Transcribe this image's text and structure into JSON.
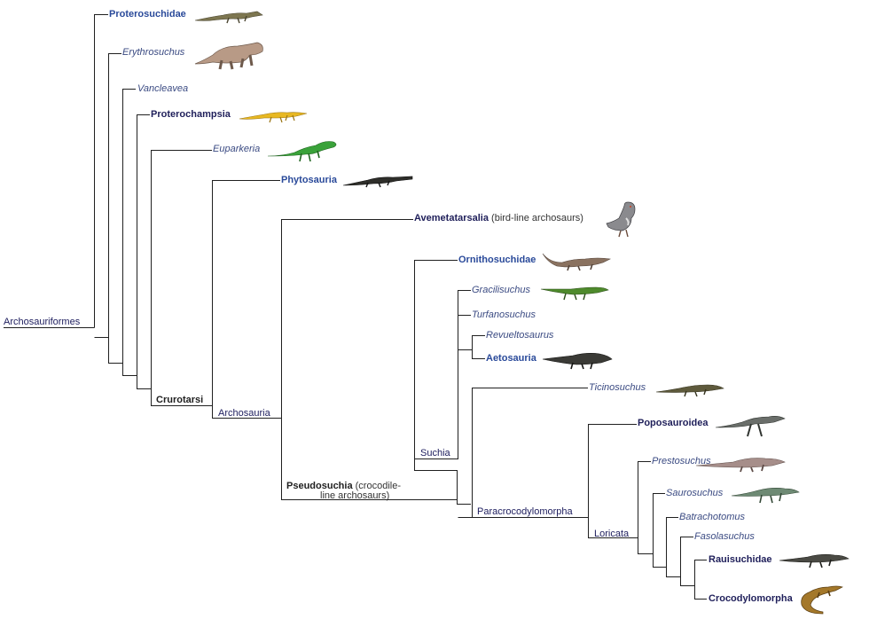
{
  "tree": {
    "root": "Archosauriformes",
    "leaves": {
      "proterosuchidae": "Proterosuchidae",
      "erythrosuchus": "Erythrosuchus",
      "vancleavea": "Vancleavea",
      "proterochampsia": "Proterochampsia",
      "euparkeria": "Euparkeria",
      "phytosauria": "Phytosauria",
      "avemetatarsalia": "Avemetatarsalia",
      "avemetatarsalia_note": "(bird-line archosaurs)",
      "ornithosuchidae": "Ornithosuchidae",
      "gracilisuchus": "Gracilisuchus",
      "turfanosuchus": "Turfanosuchus",
      "revueltosaurus": "Revueltosaurus",
      "aetosauria": "Aetosauria",
      "ticinosuchus": "Ticinosuchus",
      "poposauroidea": "Poposauroidea",
      "prestosuchus": "Prestosuchus",
      "saurosuchus": "Saurosuchus",
      "batrachotomus": "Batrachotomus",
      "fasolasuchus": "Fasolasuchus",
      "rauisuchidae": "Rauisuchidae",
      "crocodylomorpha": "Crocodylomorpha"
    },
    "nodes": {
      "crurotarsi": "Crurotarsi",
      "archosauria": "Archosauria",
      "pseudosuchia": "Pseudosuchia",
      "pseudosuchia_note_1": "(crocodile-",
      "pseudosuchia_note_2": "line archosaurs)",
      "suchia": "Suchia",
      "paracrocodylomorpha": "Paracrocodylomorpha",
      "loricata": "Loricata"
    }
  },
  "icons": {
    "proterosuchidae": "proterosuchus-illustration",
    "erythrosuchus": "erythrosuchus-illustration",
    "proterochampsia": "proterochampsid-illustration",
    "euparkeria": "euparkeria-illustration",
    "phytosauria": "phytosaur-illustration",
    "avemetatarsalia": "pigeon-illustration",
    "ornithosuchidae": "ornithosuchus-illustration",
    "gracilisuchus": "gracilisuchus-illustration",
    "aetosauria": "aetosaur-illustration",
    "ticinosuchus": "ticinosuchus-illustration",
    "poposauroidea": "poposaur-illustration",
    "prestosuchus": "prestosuchus-illustration",
    "saurosuchus": "saurosuchus-illustration",
    "rauisuchidae": "rauisuchid-illustration",
    "crocodylomorpha": "crocodile-illustration"
  },
  "colors": {
    "line": "#202020",
    "italic_taxon": "#3a4a82",
    "bold_taxon": "#2a4a9a"
  }
}
